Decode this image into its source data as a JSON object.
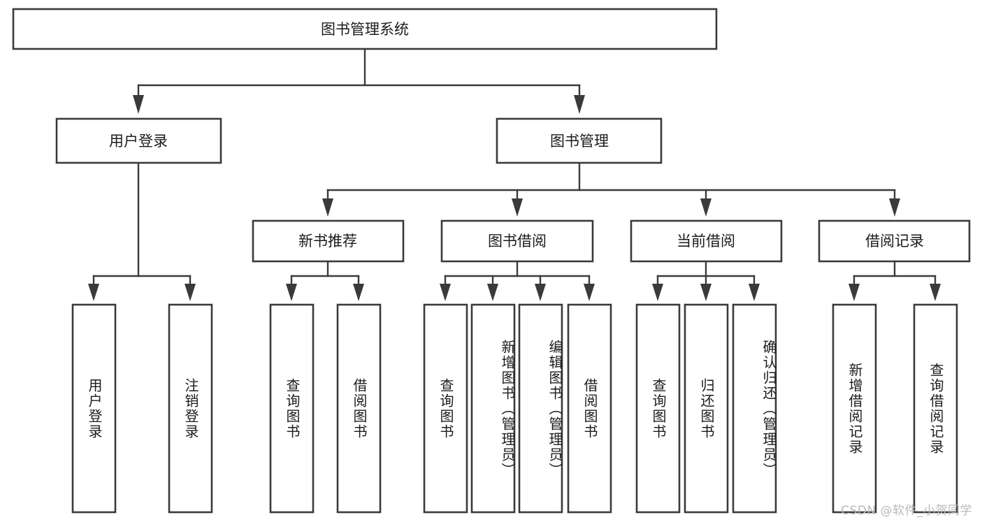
{
  "diagram": {
    "type": "tree",
    "title": "图书管理系统",
    "root": {
      "id": "root",
      "label": "图书管理系统",
      "orientation": "horizontal"
    },
    "level2": [
      {
        "id": "user-login",
        "label": "用户登录",
        "orientation": "horizontal"
      },
      {
        "id": "book-manage",
        "label": "图书管理",
        "orientation": "horizontal"
      }
    ],
    "level3": [
      {
        "id": "new-book-recommend",
        "label": "新书推荐",
        "orientation": "horizontal",
        "parent": "book-manage"
      },
      {
        "id": "book-borrow",
        "label": "图书借阅",
        "orientation": "horizontal",
        "parent": "book-manage"
      },
      {
        "id": "current-borrow",
        "label": "当前借阅",
        "orientation": "horizontal",
        "parent": "book-manage"
      },
      {
        "id": "borrow-record",
        "label": "借阅记录",
        "orientation": "horizontal",
        "parent": "book-manage"
      }
    ],
    "leaves": [
      {
        "id": "leaf-user-login",
        "label": "用户登录",
        "parent": "user-login",
        "orientation": "vertical"
      },
      {
        "id": "leaf-logout-login",
        "label": "注销登录",
        "parent": "user-login",
        "orientation": "vertical"
      },
      {
        "id": "leaf-query-book-1",
        "label": "查询图书",
        "parent": "new-book-recommend",
        "orientation": "vertical"
      },
      {
        "id": "leaf-borrow-book-1",
        "label": "借阅图书",
        "parent": "new-book-recommend",
        "orientation": "vertical"
      },
      {
        "id": "leaf-query-book-2",
        "label": "查询图书",
        "parent": "book-borrow",
        "orientation": "vertical"
      },
      {
        "id": "leaf-add-book",
        "label": "新增图书（管理员）",
        "parent": "book-borrow",
        "orientation": "vertical"
      },
      {
        "id": "leaf-edit-book",
        "label": "编辑图书（管理员）",
        "parent": "book-borrow",
        "orientation": "vertical"
      },
      {
        "id": "leaf-borrow-book-2",
        "label": "借阅图书",
        "parent": "book-borrow",
        "orientation": "vertical"
      },
      {
        "id": "leaf-query-book-3",
        "label": "查询图书",
        "parent": "current-borrow",
        "orientation": "vertical"
      },
      {
        "id": "leaf-return-book",
        "label": "归还图书",
        "parent": "current-borrow",
        "orientation": "vertical"
      },
      {
        "id": "leaf-confirm-return",
        "label": "确认归还（管理员）",
        "parent": "current-borrow",
        "orientation": "vertical"
      },
      {
        "id": "leaf-add-record",
        "label": "新增借阅记录",
        "parent": "borrow-record",
        "orientation": "vertical"
      },
      {
        "id": "leaf-query-record",
        "label": "查询借阅记录",
        "parent": "borrow-record",
        "orientation": "vertical"
      }
    ],
    "colors": {
      "box_stroke": "#3a3a3a",
      "box_fill": "#ffffff",
      "connector": "#3a3a3a",
      "text": "#1b1b1b",
      "background": "#ffffff",
      "watermark": "#b9b9b9"
    }
  },
  "watermark": {
    "text": "CSDN @软件_小贺同学"
  }
}
